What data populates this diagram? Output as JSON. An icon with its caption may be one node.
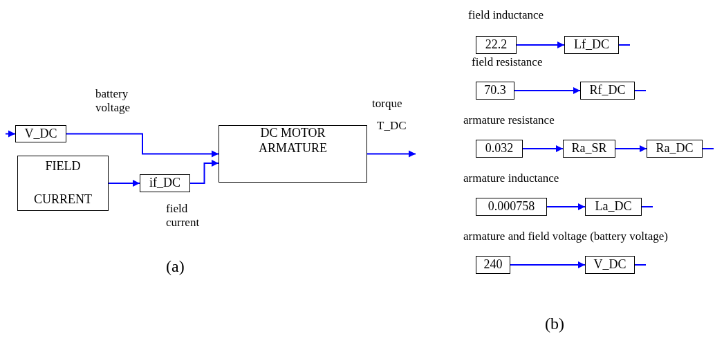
{
  "diagram": {
    "nodes": [
      {
        "text": [
          "V_DC"
        ]
      },
      {
        "text": [
          "FIELD",
          "CURRENT"
        ]
      },
      {
        "text": [
          "if_DC"
        ],
        "beside": [
          "field current"
        ]
      },
      {
        "text": [
          "DC MOTOR ARMATURE"
        ]
      },
      {
        "text": [
          "22.2"
        ]
      },
      {
        "text": [
          "Lf_DC"
        ]
      },
      {
        "text": [
          "70.3"
        ]
      },
      {
        "text": [
          "Rf_DC"
        ]
      },
      {
        "text": [
          "0.032"
        ]
      },
      {
        "text": [
          "Ra_SR"
        ]
      },
      {
        "text": [
          "Ra_DC"
        ]
      },
      {
        "text": [
          "0.000758"
        ]
      },
      {
        "text": [
          "La_DC"
        ]
      },
      {
        "text": [
          "240"
        ]
      },
      {
        "text": [
          "V_DC"
        ]
      }
    ],
    "edges": [
      {
        "from": null,
        "to": 0,
        "arrow": "to"
      },
      {
        "from": 0,
        "to": 3,
        "arrow": "to",
        "label": "battery voltage"
      },
      {
        "from": 1,
        "to": 2,
        "arrow": "to"
      },
      {
        "from": 2,
        "to": 3,
        "arrow": "to"
      },
      {
        "from": 3,
        "to": null,
        "arrow": "to"
      },
      {
        "from": 4,
        "to": 5,
        "arrow": "to"
      },
      {
        "from": 5,
        "to": null,
        "arrow": "none"
      },
      {
        "from": 6,
        "to": 7,
        "arrow": "to"
      },
      {
        "from": 7,
        "to": null,
        "arrow": "none"
      },
      {
        "from": 8,
        "to": 9,
        "arrow": "to"
      },
      {
        "from": 9,
        "to": 10,
        "arrow": "to"
      },
      {
        "from": 10,
        "to": null,
        "arrow": "none"
      },
      {
        "from": 11,
        "to": 12,
        "arrow": "to"
      },
      {
        "from": 12,
        "to": null,
        "arrow": "none"
      },
      {
        "from": 13,
        "to": 14,
        "arrow": "to"
      },
      {
        "from": 14,
        "to": null,
        "arrow": "none"
      }
    ],
    "labels": [
      "torque",
      "T_DC",
      "(a)",
      "field inductance",
      "field resistance",
      "armature resistance",
      "armature inductance",
      "armature and field voltage (battery voltage)",
      "(b)"
    ]
  }
}
